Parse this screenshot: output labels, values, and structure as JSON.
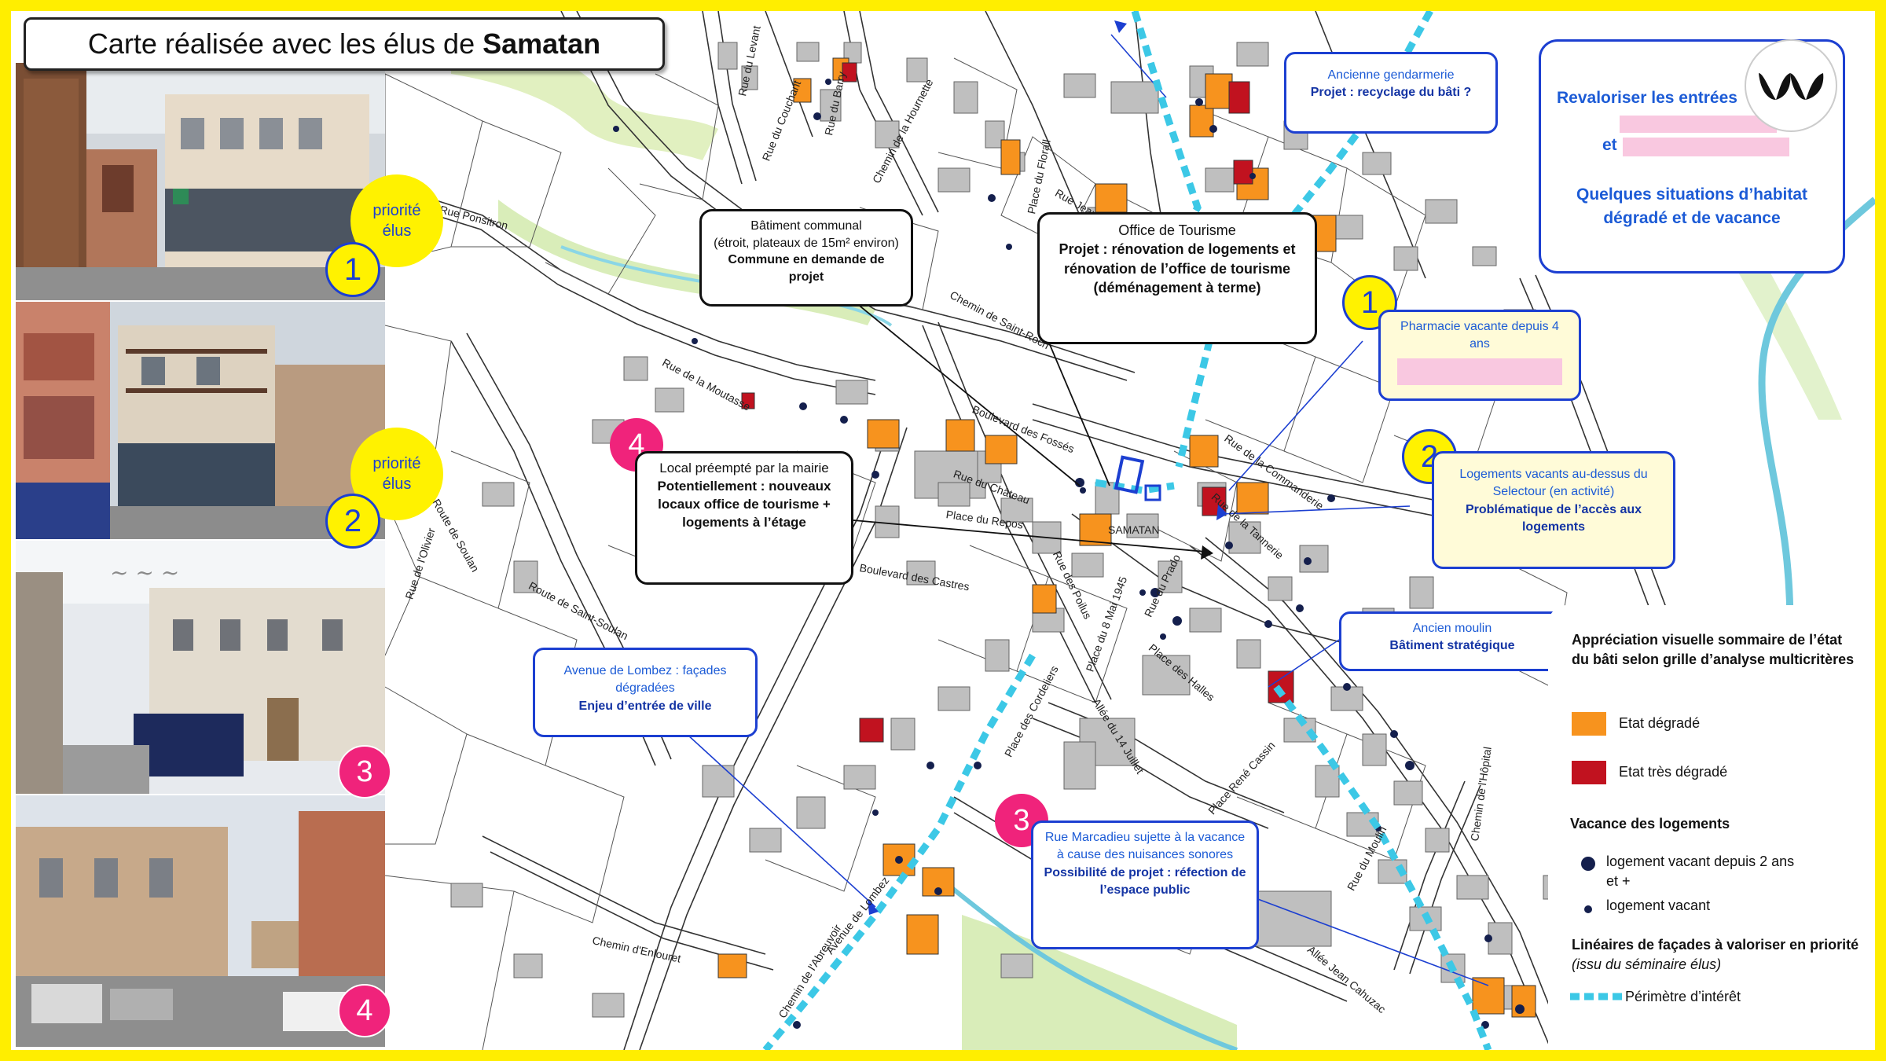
{
  "title": {
    "prefix": "Carte réalisée avec les élus de",
    "town": "Samatan"
  },
  "badges": {
    "num1": "1",
    "num2": "2",
    "num3": "3",
    "num4": "4",
    "priorite_l1": "priorité",
    "priorite_l2": "élus"
  },
  "callouts": {
    "batiment_communal": {
      "l1": "Bâtiment communal",
      "l2": "(étroit, plateaux de 15m² environ)",
      "l3": "Commune en demande de projet"
    },
    "office_tourisme": {
      "l1": "Office de Tourisme",
      "l2": "Projet : rénovation de logements et rénovation de l’office de tourisme (déménagement à terme)"
    },
    "local_preempte": {
      "l1": "Local préempté par la mairie",
      "l2": "Potentiellement : nouveaux locaux office de tourisme + logements à l’étage"
    },
    "gendarmerie": {
      "l1": "Ancienne gendarmerie",
      "l2": "Projet : recyclage du bâti ?"
    },
    "pharmacie": {
      "l1": "Pharmacie vacante depuis 4 ans"
    },
    "selectour": {
      "l1": "Logements vacants au-dessus du Selectour (en activité)",
      "l2": "Problématique de l’accès aux logements"
    },
    "moulin": {
      "l1": "Ancien moulin",
      "l2": "Bâtiment stratégique"
    },
    "lombez": {
      "l1": "Avenue de Lombez : façades dégradées",
      "l2": "Enjeu d’entrée de ville"
    },
    "marcadieu": {
      "l1": "Rue Marcadieu sujette à la vacance à cause des nuisances sonores",
      "l2": "Possibilité de projet : réfection de l’espace public"
    }
  },
  "entrees": {
    "l1": "Revaloriser les entrées",
    "l2": "et",
    "l3": "Quelques situations d’habitat dégradé et de vacance"
  },
  "legend": {
    "title": "Appréciation visuelle sommaire de l’état du bâti selon grille d’analyse multicritères",
    "degrade": "Etat dégradé",
    "tres_degrade": "Etat très dégradé",
    "vacance_title": "Vacance des logements",
    "vacant2": "logement vacant depuis 2 ans et +",
    "vacant": "logement vacant",
    "lineaires_title": "Linéaires de façades à valoriser en priorité",
    "lineaires_note": "(issu du séminaire élus)",
    "perimetre": "Périmètre d’intérêt"
  },
  "street_labels": {
    "rue_levant": "Rue du Levant",
    "rue_barry": "Rue du Barry",
    "chemin_hournette": "Chemin de la Hournette",
    "rue_couchant": "Rue du Couchant",
    "rue_ponsitron": "Rue Ponsitron",
    "place_florall": "Place du Florall",
    "rue_jean_mau": "Rue Jean Mau",
    "chemin_saint_roch": "Chemin de Saint-Roch",
    "boulevard_fosses": "Boulevard des Fossés",
    "rue_moutasse": "Rue de la Moutasse",
    "rue_chateau": "Rue du Château",
    "place_repos": "Place du Repos",
    "boulevard_castres": "Boulevard des Castres",
    "route_soulan": "Route de Soulan",
    "route_saint_soulan": "Route de Saint-Soulan",
    "rue_olivier": "Rue de l'Olivier",
    "samatan": "SAMATAN",
    "place_8_mai": "Place du 8 Mai 1945",
    "rue_tannerie": "Rue de la Tannerie",
    "rue_commanderie": "Rue de la Commanderie",
    "place_halles": "Place des Halles",
    "allee_14_juillet": "Allée du 14 Juillet",
    "place_cordeliers": "Place des Cordeliers",
    "place_cassin": "Place René Cassin",
    "rue_du_moulin": "Rue du Moulin",
    "allee_cahuzac": "Allée Jean Cahuzac",
    "chemin_hopital": "Chemin de l'Hôpital",
    "chemin_enlouret": "Chemin d'Enlouret",
    "avenue_lombez": "Avenue de Lombez",
    "chemin_abreuvoir": "Chemin de l'Abreuvoir",
    "rue_prado": "Rue du Prado",
    "rue_des_poilus": "Rue des Poilus"
  },
  "colors": {
    "frame": "#ffee00",
    "degrade": "#f7931e",
    "tres_degrade": "#c1121f",
    "perimetre": "#3cc8e6",
    "callout_blue": "#1c3fd1",
    "badge_pink": "#f0237b",
    "badge_yellow": "#fff200"
  }
}
